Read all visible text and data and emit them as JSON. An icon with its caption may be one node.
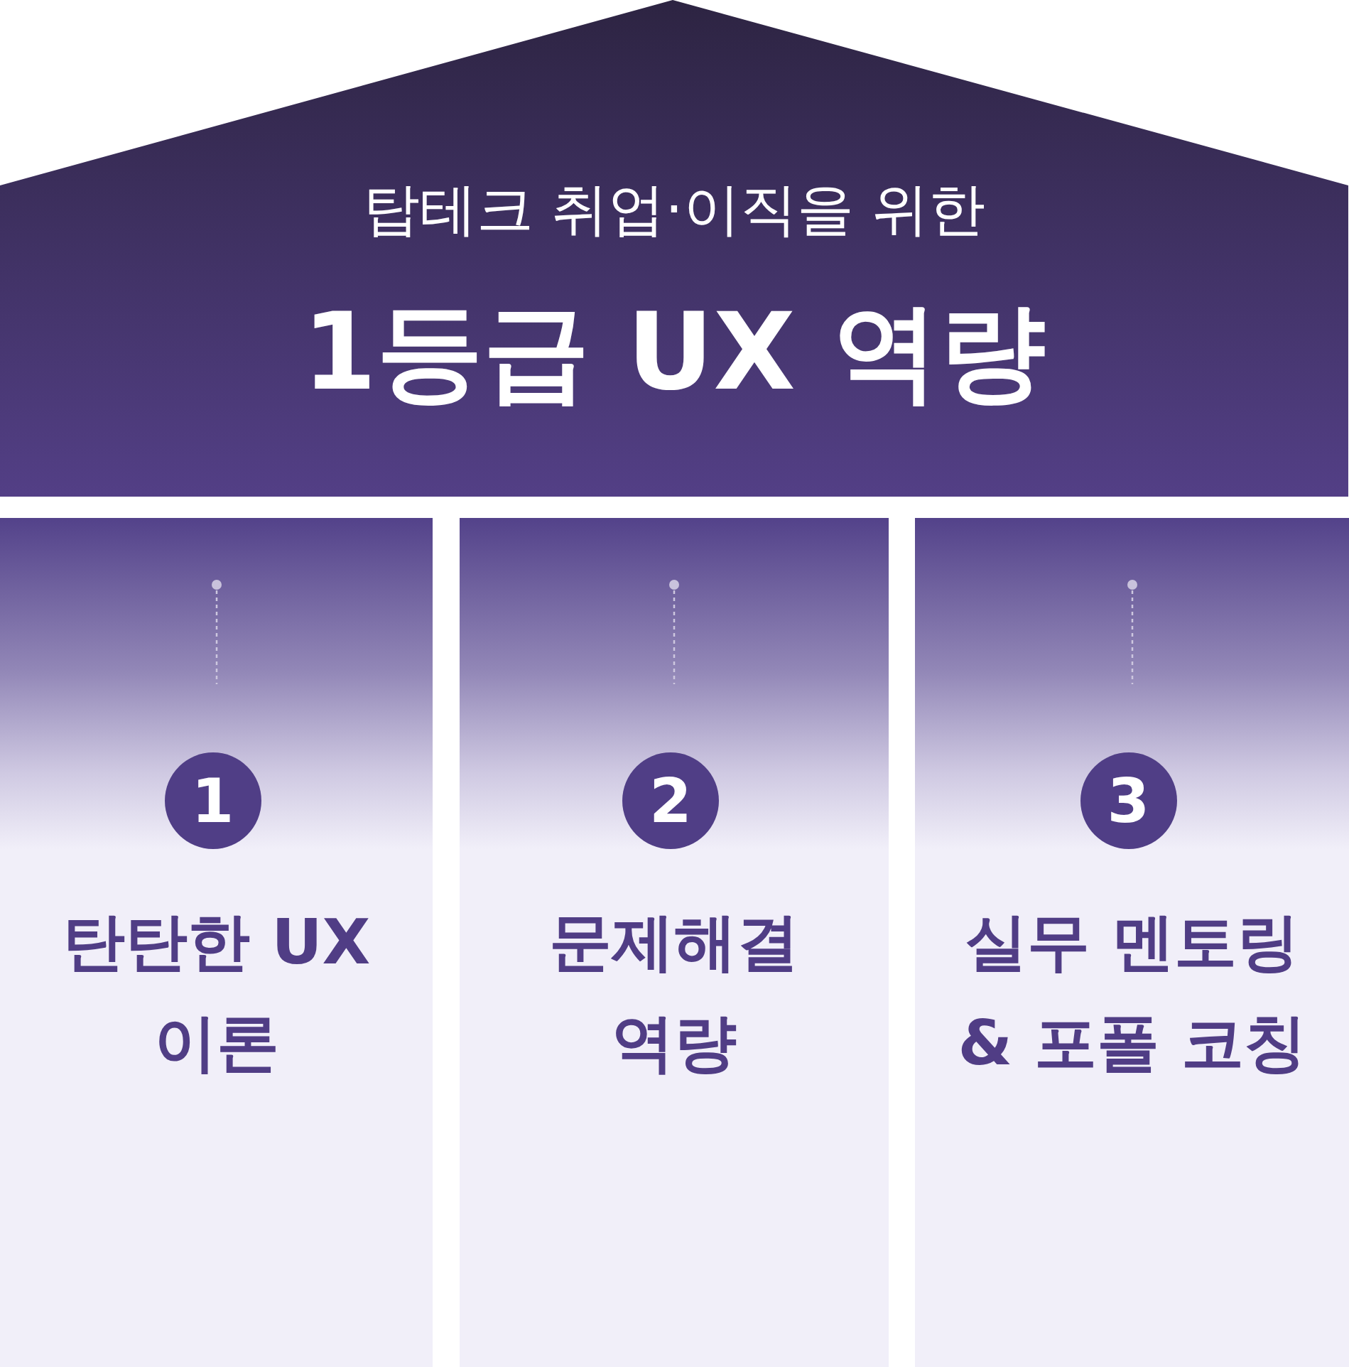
{
  "diagram": {
    "nodes": [
      {
        "text": [
          "탑테크 취업·이직을 위한",
          "1등급 UX 역량"
        ]
      },
      {
        "text": [
          "탄탄한 UX 이론"
        ]
      },
      {
        "text": [
          "1"
        ],
        "in": 1
      },
      {
        "text": [
          "문제해결 역량"
        ]
      },
      {
        "text": [
          "2"
        ],
        "in": 3
      },
      {
        "text": [
          "실무 멘토링 & 포폴 코칭"
        ]
      },
      {
        "text": [
          "3"
        ],
        "in": 5
      }
    ]
  }
}
